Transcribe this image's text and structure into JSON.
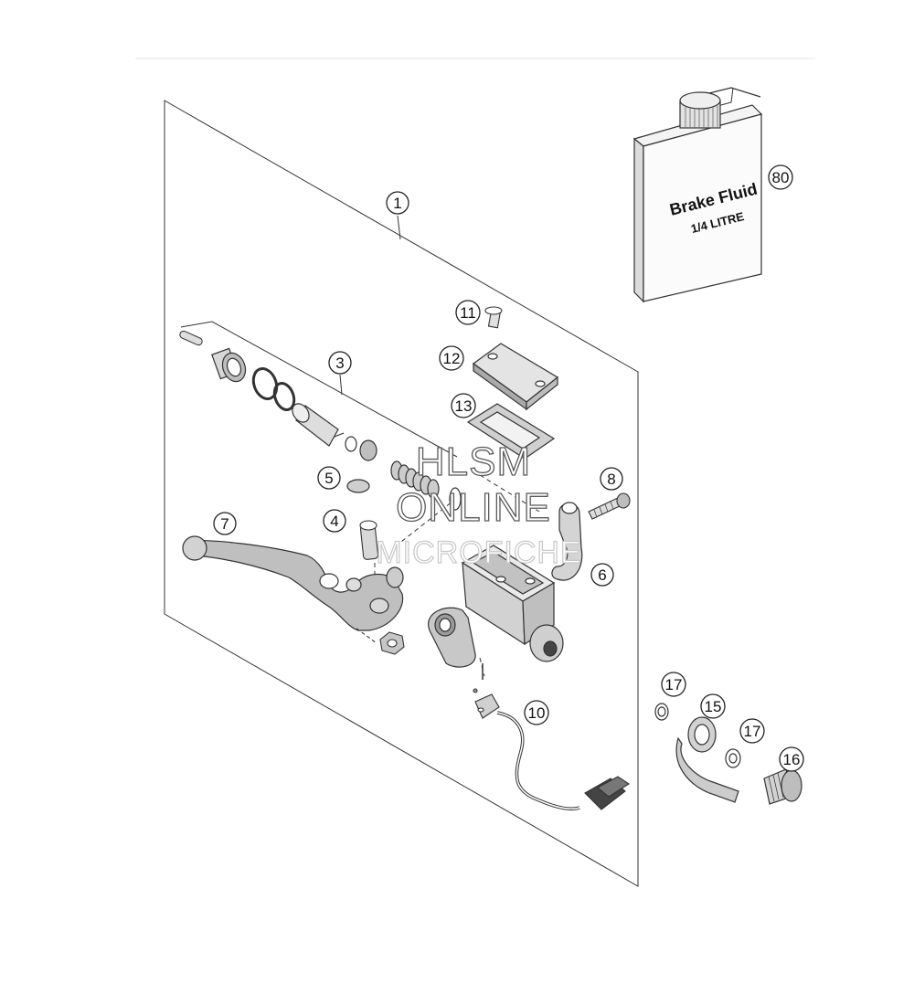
{
  "callouts": [
    {
      "id": "c1",
      "label": "1"
    },
    {
      "id": "c3",
      "label": "3"
    },
    {
      "id": "c4",
      "label": "4"
    },
    {
      "id": "c5",
      "label": "5"
    },
    {
      "id": "c6",
      "label": "6"
    },
    {
      "id": "c7",
      "label": "7"
    },
    {
      "id": "c8",
      "label": "8"
    },
    {
      "id": "c10",
      "label": "10"
    },
    {
      "id": "c11",
      "label": "11"
    },
    {
      "id": "c12",
      "label": "12"
    },
    {
      "id": "c13",
      "label": "13"
    },
    {
      "id": "c15",
      "label": "15"
    },
    {
      "id": "c16",
      "label": "16"
    },
    {
      "id": "c17a",
      "label": "17"
    },
    {
      "id": "c17b",
      "label": "17"
    },
    {
      "id": "c80",
      "label": "80"
    }
  ],
  "bottle": {
    "line1": "Brake Fluid",
    "line2": "1/4 LITRE"
  },
  "watermark": {
    "line1": "HLSM",
    "line2": "ONLINE",
    "line3": "MICROFICHE"
  }
}
